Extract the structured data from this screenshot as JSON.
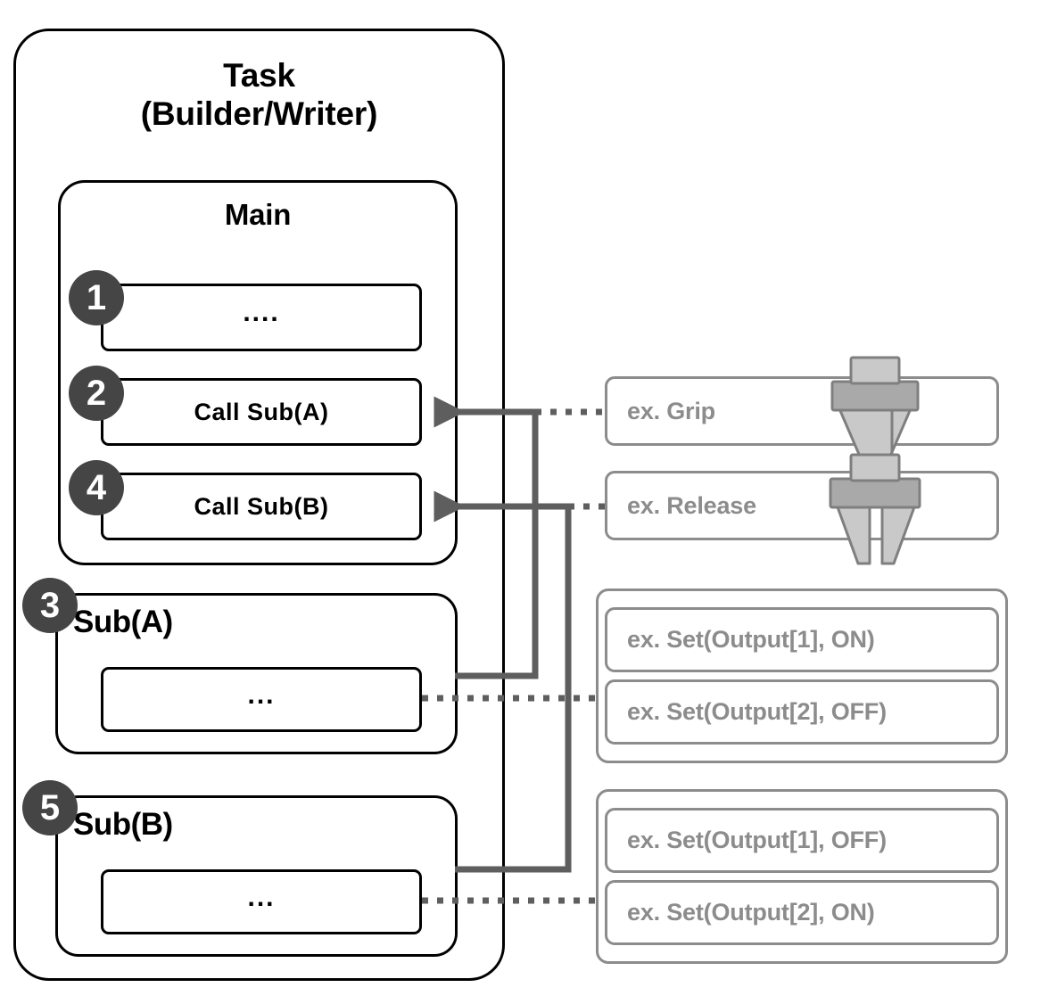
{
  "task": {
    "title_line1": "Task",
    "title_line2": "(Builder/Writer)"
  },
  "main": {
    "title": "Main",
    "statements": [
      {
        "badge": "1",
        "label": "...."
      },
      {
        "badge": "2",
        "label": "Call Sub(A)"
      },
      {
        "badge": "4",
        "label": "Call Sub(B)"
      }
    ]
  },
  "subroutines": [
    {
      "badge": "3",
      "title": "Sub(A)",
      "body": "..."
    },
    {
      "badge": "5",
      "title": "Sub(B)",
      "body": "..."
    }
  ],
  "examples": {
    "motion": [
      {
        "label": "ex. Grip",
        "icon": "gripper-closed-icon"
      },
      {
        "label": "ex. Release",
        "icon": "gripper-open-icon"
      }
    ],
    "group_a": [
      "ex. Set(Output[1], ON)",
      "ex. Set(Output[2], OFF)"
    ],
    "group_b": [
      "ex. Set(Output[1], OFF)",
      "ex. Set(Output[2], ON)"
    ]
  },
  "colors": {
    "outline_black": "#000000",
    "outline_gray": "#8c8c8c",
    "badge_fill": "#454545",
    "badge_text": "#ffffff",
    "example_text": "#8c8c8c",
    "connector": "#5e5e5e",
    "gripper_light": "#c9c9c9",
    "gripper_dark": "#a9a9a9",
    "gripper_stroke": "#7f7f7f"
  }
}
